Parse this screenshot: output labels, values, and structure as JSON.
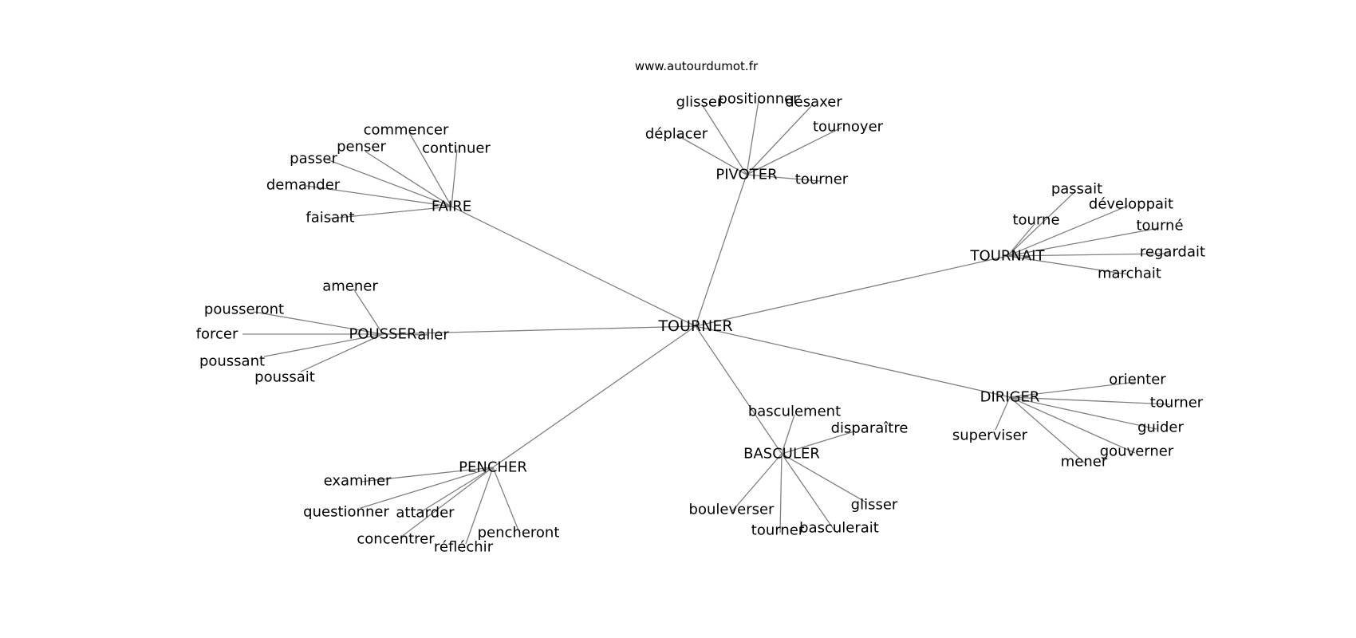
{
  "watermark": "www.autourdumot.fr",
  "graph": {
    "root": "TOURNER",
    "clusters": [
      {
        "hub": "FAIRE",
        "words": [
          "commencer",
          "penser",
          "continuer",
          "passer",
          "demander",
          "faisant"
        ]
      },
      {
        "hub": "PIVOTER",
        "words": [
          "glisser",
          "positionner",
          "désaxer",
          "tournoyer",
          "déplacer",
          "tourner"
        ]
      },
      {
        "hub": "TOURNAIT",
        "words": [
          "passait",
          "développait",
          "tourne",
          "tourné",
          "regardait",
          "marchait"
        ]
      },
      {
        "hub": "POUSSER",
        "words": [
          "amener",
          "pousseront",
          "forcer",
          "aller",
          "poussant",
          "poussait"
        ]
      },
      {
        "hub": "DIRIGER",
        "words": [
          "orienter",
          "tourner",
          "guider",
          "superviser",
          "gouverner",
          "mener"
        ]
      },
      {
        "hub": "BASCULER",
        "words": [
          "basculement",
          "disparaître",
          "bouleverser",
          "glisser",
          "tourner",
          "basculerait"
        ]
      },
      {
        "hub": "PENCHER",
        "words": [
          "examiner",
          "questionner",
          "attarder",
          "concentrer",
          "pencheront",
          "réfléchir"
        ]
      }
    ]
  }
}
